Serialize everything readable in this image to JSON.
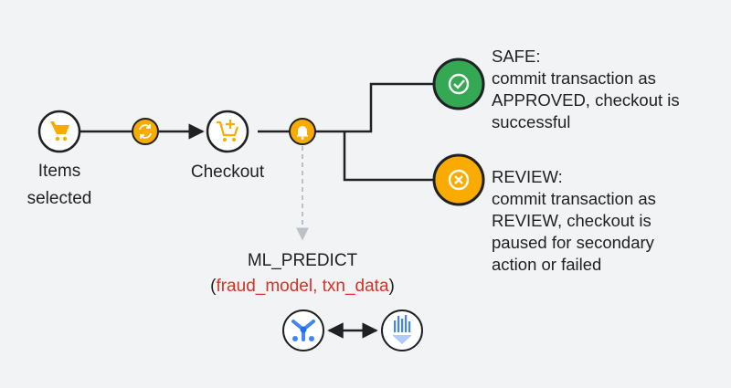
{
  "nodes": {
    "items_selected": {
      "label_line1": "Items",
      "label_line2": "selected",
      "icon": "shopping-cart-icon"
    },
    "checkout": {
      "label": "Checkout",
      "icon": "add-to-cart-icon"
    },
    "sync_step": {
      "icon": "sync-icon"
    },
    "alert_step": {
      "icon": "notification-bell-icon"
    }
  },
  "prediction": {
    "function": "ML_PREDICT",
    "open_paren": "(",
    "args": "fraud_model, txn_data",
    "close_paren": ")",
    "icons": [
      "vertex-ai-icon",
      "bigquery-icon"
    ]
  },
  "outcomes": {
    "safe": {
      "title": "SAFE:",
      "lines": [
        "commit transaction as",
        "APPROVED, checkout is",
        "successful"
      ],
      "icon": "check-circle-icon"
    },
    "review": {
      "title": "REVIEW:",
      "lines": [
        "commit transaction as",
        "REVIEW, checkout is",
        "paused for secondary",
        "action or failed"
      ],
      "icon": "cancel-circle-icon"
    }
  },
  "colors": {
    "background": "#f1f3f4",
    "accent_yellow": "#f9ab00",
    "safe_green": "#34a853",
    "line_dark": "#202124",
    "dashed_gray": "#bdc1c6",
    "args_red": "#d93025",
    "icon_blue": "#4285f4"
  }
}
